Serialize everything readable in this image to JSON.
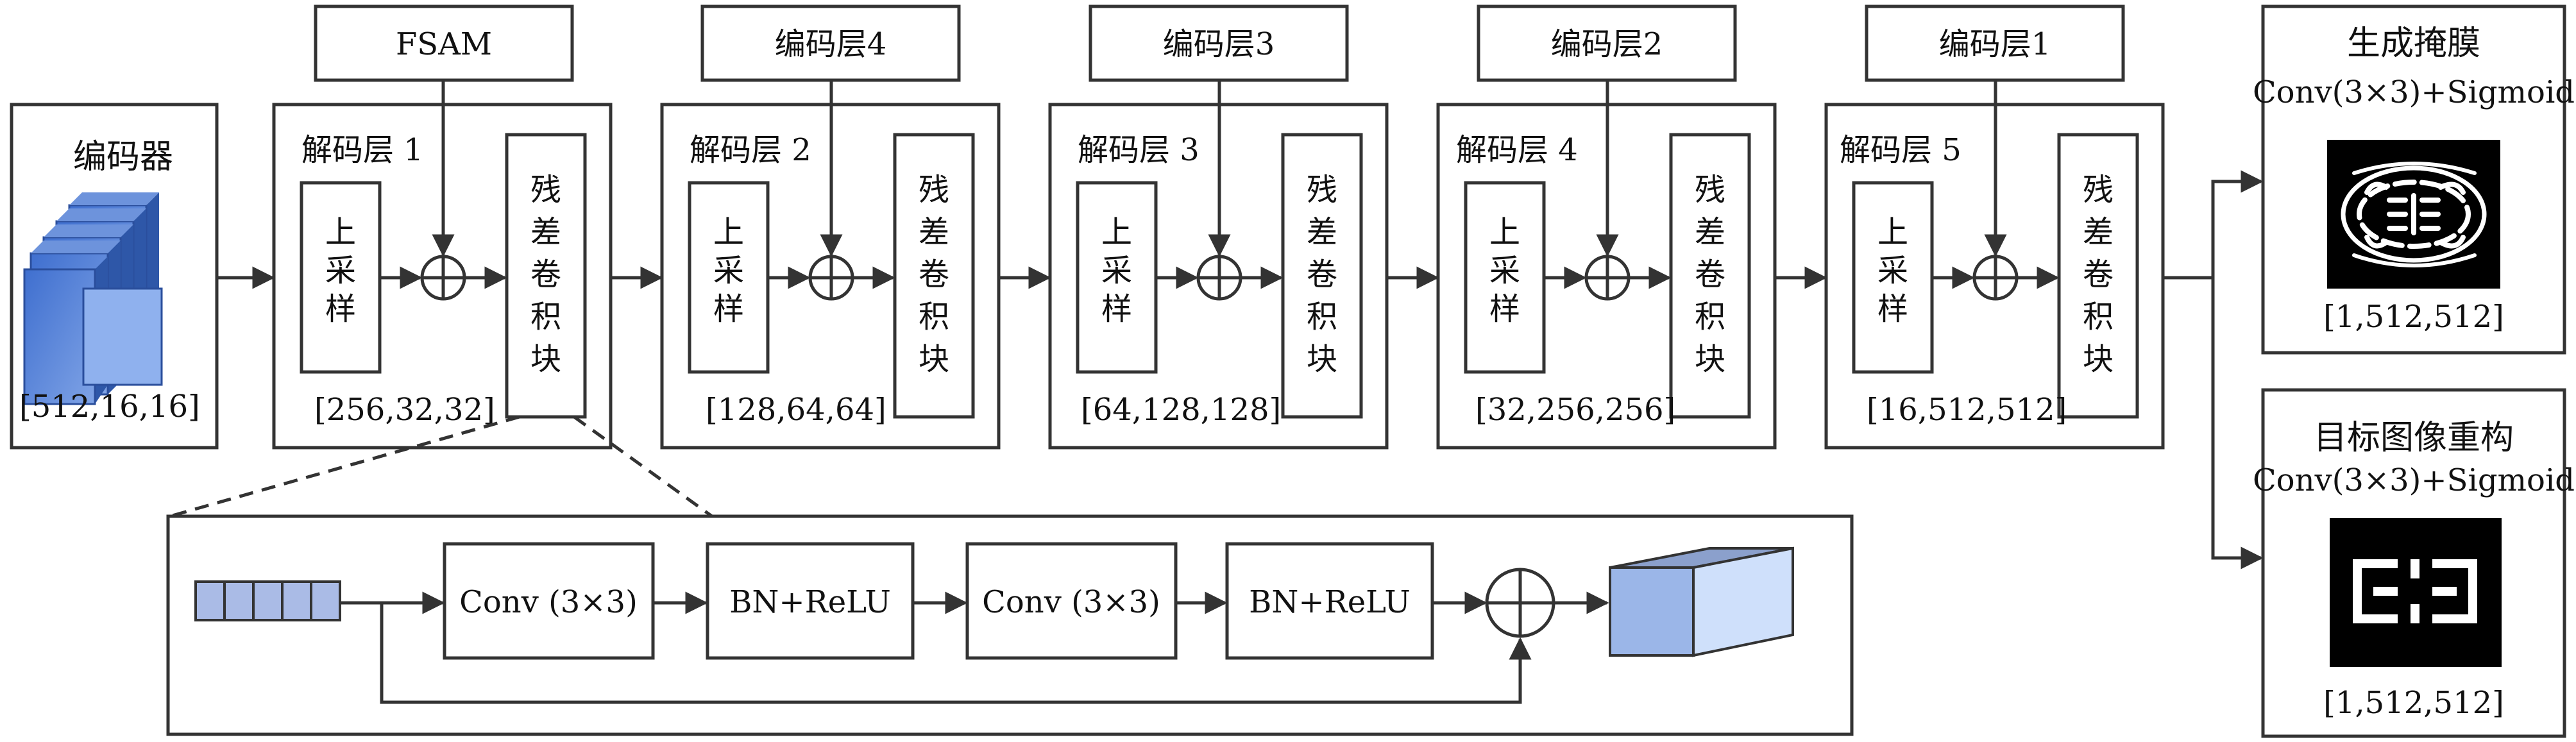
{
  "encoder": {
    "label": "编码器",
    "dims": "[512,16,16]"
  },
  "top_inputs": [
    "FSAM",
    "编码层4",
    "编码层3",
    "编码层2",
    "编码层1"
  ],
  "decoder_layers": [
    {
      "title": "解码层 1",
      "dims": "[256,32,32]",
      "upsample": "上\n采\n样",
      "resblock": "残\n差\n卷\n积\n块"
    },
    {
      "title": "解码层 2",
      "dims": "[128,64,64]",
      "upsample": "上\n采\n样",
      "resblock": "残\n差\n卷\n积\n块"
    },
    {
      "title": "解码层 3",
      "dims": "[64,128,128]",
      "upsample": "上\n采\n样",
      "resblock": "残\n差\n卷\n积\n块"
    },
    {
      "title": "解码层 4",
      "dims": "[32,256,256]",
      "upsample": "上\n采\n样",
      "resblock": "残\n差\n卷\n积\n块"
    },
    {
      "title": "解码层 5",
      "dims": "[16,512,512]",
      "upsample": "上\n采\n样",
      "resblock": "残\n差\n卷\n积\n块"
    }
  ],
  "residual_detail": {
    "steps": [
      "Conv (3×3)",
      "BN+ReLU",
      "Conv (3×3)",
      "BN+ReLU"
    ]
  },
  "outputs": [
    {
      "title": "生成掩膜",
      "layer": "Conv(3×3)+Sigmoid",
      "dims": "[1,512,512]"
    },
    {
      "title": "目标图像重构",
      "layer": "Conv(3×3)+Sigmoid",
      "dims": "[1,512,512]"
    }
  ],
  "colors": {
    "stroke": "#333333",
    "block_blue": "#5b86d6",
    "block_light": "#cfe0fb",
    "feature_blue": "#aabbe6"
  }
}
